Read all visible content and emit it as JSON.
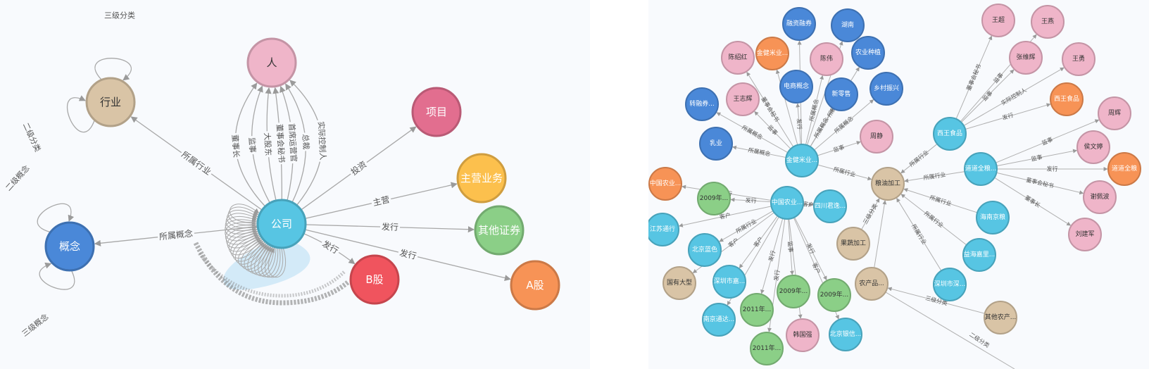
{
  "left_graph": {
    "colors": {
      "industry": "#d9c4a6",
      "person": "#efb5c9",
      "project": "#e26e8f",
      "company": "#57c5e3",
      "concept": "#4a88d8",
      "business": "#fcc04d",
      "security": "#8bcf87",
      "bshare": "#f0545e",
      "ashare": "#f79356"
    },
    "nodes": {
      "industry": "行业",
      "person": "人",
      "project": "项目",
      "company": "公司",
      "concept": "概念",
      "main_business": "主营业务",
      "other_securities": "其他证券",
      "b_share": "B股",
      "a_share": "A股"
    },
    "edges": {
      "level3_category": "三级分类",
      "level2_category": "二级分类",
      "level2_concept": "二级概念",
      "level3_concept": "三级概念",
      "chairman": "董事长",
      "belongs_industry": "所属行业",
      "supervisor": "监事",
      "major_shareholder": "大股东",
      "secretary": "董事会秘书",
      "chief_operating": "首席运营官",
      "general_manager": "总裁",
      "actual_controller": "实际控制人",
      "invest": "投资",
      "main_business": "主营",
      "issue_other": "发行",
      "issue_b": "发行",
      "issue_a": "发行",
      "belongs_concept": "所属概念"
    }
  },
  "right_graph": {
    "nodes": {
      "rzrq": "融资融券",
      "hunan": "湖南",
      "chenshaohong": "陈绍红",
      "jinjianmy_top": "金健米业...",
      "chenwei": "陈伟",
      "nyzz": "农业种植",
      "dsgn": "电商概念",
      "xls": "新零售",
      "xczx": "乡村振兴",
      "wangzhihui": "王志辉",
      "zhrq": "转融券...",
      "zhoujing": "周静",
      "ruye": "乳业",
      "jjmy": "金健米业...",
      "lsjg": "粮油加工",
      "zgny_co": "中国农业...",
      "scly": "四川君逸...",
      "zgny_orange": "中国农业...",
      "n2009a": "2009年...",
      "jsyx": "江苏通行",
      "bjlr": "北京蓝色",
      "gydx": "国有大型",
      "szsz1": "深圳市嘉...",
      "njtd": "南京通达...",
      "n2011a": "2011年...",
      "n2011b": "2011年...",
      "n2009b": "2009年...",
      "hanguoqiang": "韩国强",
      "n2009c": "2009年...",
      "bjyx": "北京银信...",
      "gsjg": "果蔬加工",
      "ncp": "农产品...",
      "qtncp": "其他农产...",
      "wangchao": "王超",
      "wangxin": "王燕",
      "zhangweihui": "张维辉",
      "wangyong": "王勇",
      "xwsp_o": "西王食品",
      "xwsp": "西王食品",
      "zhouhui": "周辉",
      "dgqj": "道道全粮...",
      "houwenting": "侯文婷",
      "dgqj_o": "道道全粮",
      "haynj": "海南京粮",
      "xiepeibo": "谢佩波",
      "lhjl": "益海嘉里...",
      "liujianjun": "刘建军",
      "szsz2": "深圳市深..."
    },
    "edges": {
      "belongs_concept": "所属概念",
      "secretary": "董事会秘书",
      "supervisor": "监事",
      "issue": "发行",
      "belongs_industry": "所属行业",
      "customer": "客户",
      "level3_category": "三级分类",
      "level2_category": "二级分类",
      "actual_controller": "实际控制人",
      "chairman": "董事长"
    }
  }
}
